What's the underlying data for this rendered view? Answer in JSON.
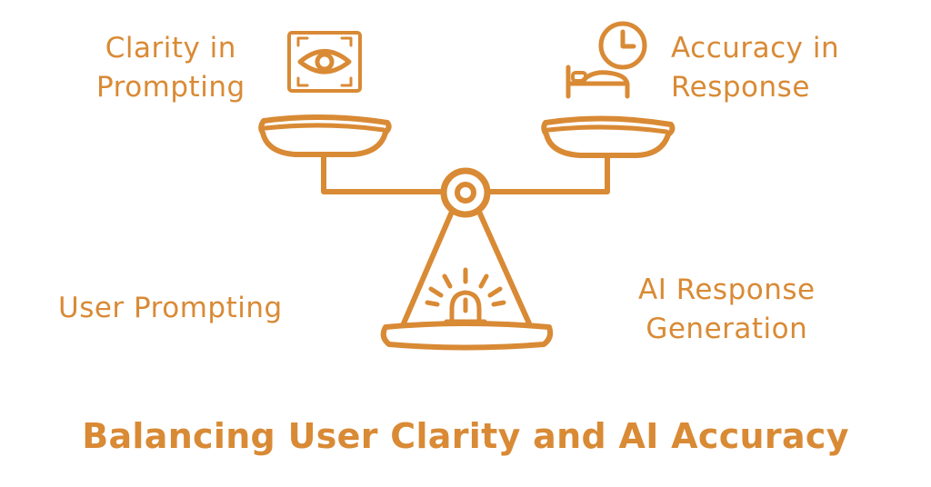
{
  "diagram": {
    "left_pan_label": [
      "Clarity in",
      "Prompting"
    ],
    "right_pan_label": [
      "Accuracy in",
      "Response"
    ],
    "left_side_label": "User Prompting",
    "right_side_label": [
      "AI Response",
      "Generation"
    ],
    "title": "Balancing User Clarity and AI Accuracy"
  },
  "colors": {
    "accent": "#d98a35",
    "background": "#ffffff"
  },
  "icons": [
    "eye-icon",
    "clock-icon",
    "bed-icon",
    "alarm-light-icon"
  ]
}
